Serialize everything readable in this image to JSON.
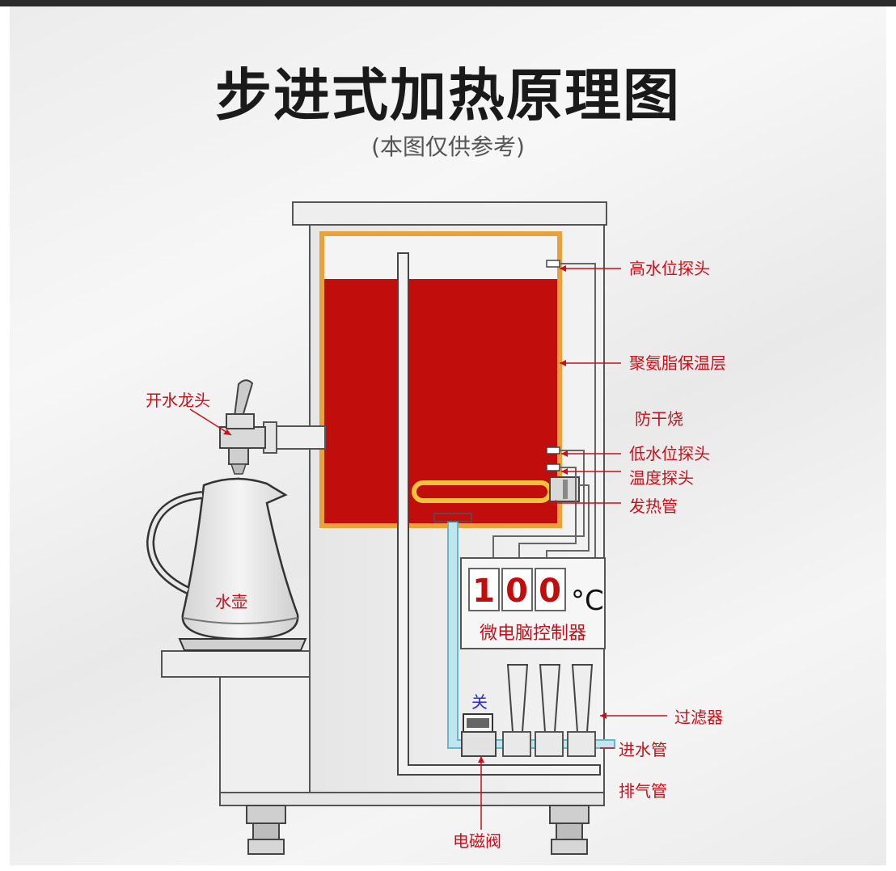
{
  "title": "步进式加热原理图",
  "subtitle": "(本图仅供参考)",
  "labels": {
    "high_probe": "高水位探头",
    "insulation": "聚氨脂保温层",
    "dry_burn": "防干烧",
    "low_probe": "低水位探头",
    "temp_probe": "温度探头",
    "heater": "发热管",
    "faucet": "开水龙头",
    "kettle": "水壶",
    "filter": "过滤器",
    "inlet": "进水管",
    "exhaust": "排气管",
    "valve": "电磁阀",
    "switch": "关"
  },
  "display": {
    "digits": [
      "1",
      "0",
      "0"
    ],
    "unit": "°C",
    "caption": "微电脑控制器"
  },
  "colors": {
    "water": "#c20d0d",
    "insulation": "#e9a13a",
    "label": "#c8101a",
    "pipe": "#8fd0e0"
  }
}
